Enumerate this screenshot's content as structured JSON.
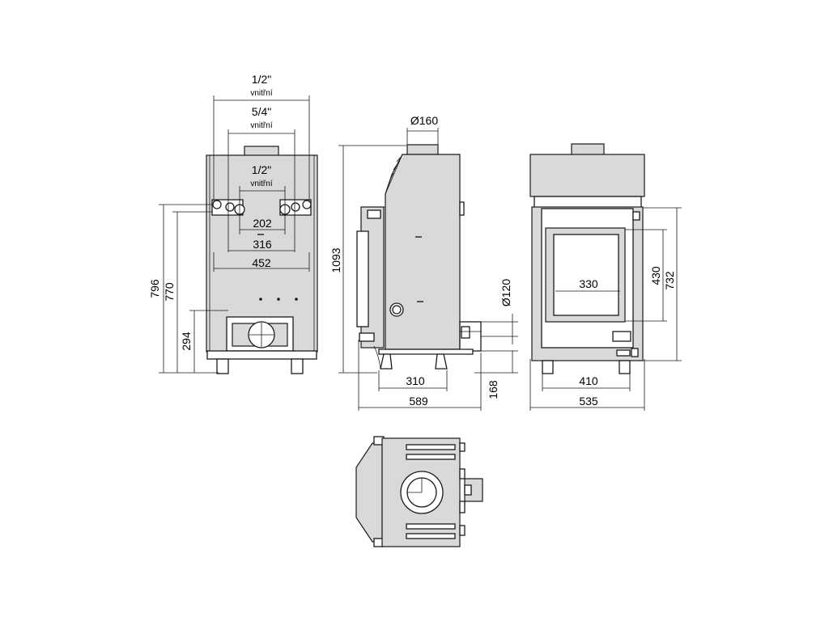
{
  "dimensions": {
    "front_top_fitting": "1/2\"",
    "front_top_fitting_note": "vnitřní",
    "front_flow_fitting": "5/4\"",
    "front_flow_fitting_note": "vnitřní",
    "front_inner_fitting": "1/2\"",
    "front_inner_fitting_note": "vnitřní",
    "front_202": "202",
    "front_316": "316",
    "front_452": "452",
    "height_796": "796",
    "height_770": "770",
    "height_294": "294",
    "side_flue_diameter": "Ø160",
    "side_height_1093": "1093",
    "side_air_diameter": "Ø120",
    "side_310": "310",
    "side_589": "589",
    "side_168": "168",
    "rear_330": "330",
    "rear_430": "430",
    "rear_732": "732",
    "rear_410": "410",
    "rear_535": "535"
  }
}
